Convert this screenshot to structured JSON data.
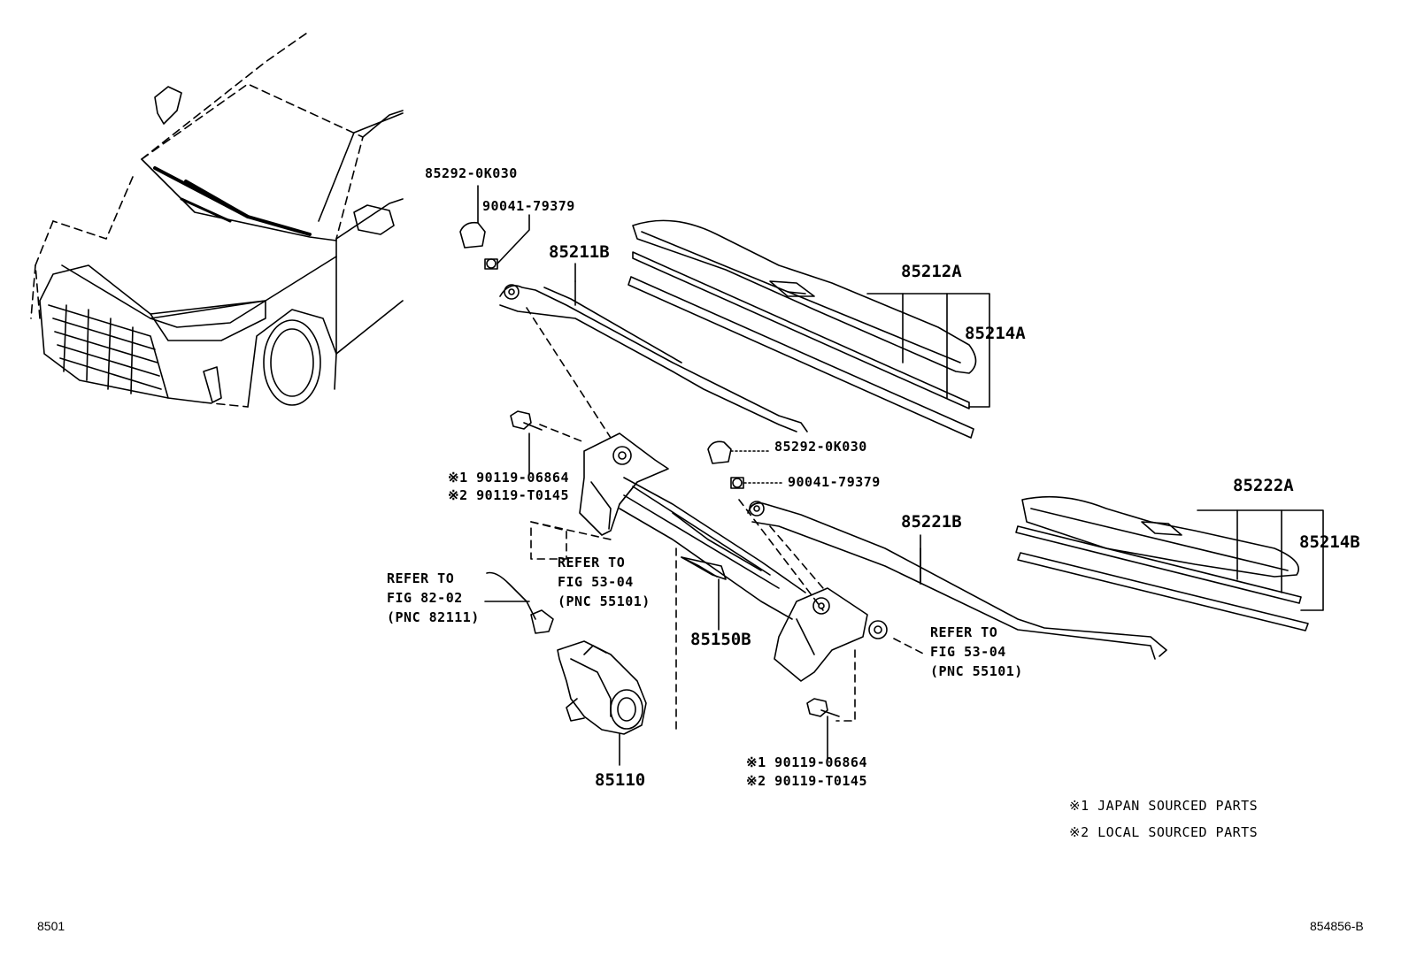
{
  "labels": {
    "nut_cap_1": "85292-0K030",
    "nut_1": "90041-79379",
    "arm_right": "85211B",
    "blade_right": "85212A",
    "rubber_right": "85214A",
    "bolt_1a": "※1 90119-06864",
    "bolt_1b": "※2 90119-T0145",
    "nut_cap_2": "85292-0K030",
    "nut_2": "90041-79379",
    "arm_left": "85221B",
    "blade_left": "85222A",
    "rubber_left": "85214B",
    "refer_53_line1": "REFER TO",
    "refer_53_line2": "FIG 53-04",
    "refer_53_line3": "(PNC 55101)",
    "refer_82_line1": "REFER TO",
    "refer_82_line2": "FIG 82-02",
    "refer_82_line3": "(PNC 82111)",
    "link": "85150B",
    "refer_53b_line1": "REFER TO",
    "refer_53b_line2": "FIG 53-04",
    "refer_53b_line3": "(PNC 55101)",
    "motor": "85110",
    "bolt_2a": "※1 90119-06864",
    "bolt_2b": "※2 90119-T0145"
  },
  "legend": {
    "note1": "※1 JAPAN SOURCED PARTS",
    "note2": "※2 LOCAL SOURCED PARTS"
  },
  "footer": {
    "page_code": "8501",
    "figure_code": "854856-B"
  }
}
